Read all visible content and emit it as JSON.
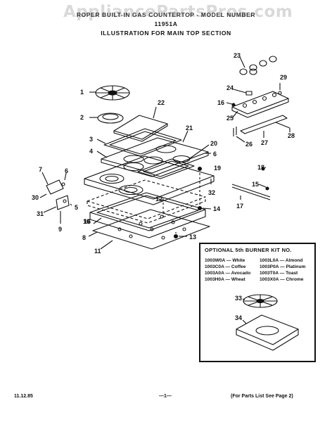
{
  "watermark": "AppliancePartsPros.com",
  "header": {
    "line1": "ROPER BUILT-IN GAS COUNTERTOP - MODEL NUMBER",
    "line2": "11951A",
    "line3": "ILLUSTRATION FOR MAIN TOP SECTION"
  },
  "callouts": [
    "1",
    "2",
    "3",
    "4",
    "5",
    "6",
    "7",
    "8",
    "9",
    "10",
    "11",
    "12",
    "13",
    "14",
    "15",
    "16",
    "17",
    "18",
    "19",
    "20",
    "21",
    "22",
    "23",
    "24",
    "25",
    "26",
    "27",
    "28",
    "29",
    "30",
    "31",
    "32",
    "33",
    "34"
  ],
  "kit": {
    "title": "OPTIONAL 5th BURNER KIT NO.",
    "items": [
      [
        "1003W0A — White",
        "1003L0A — Almond"
      ],
      [
        "1003C0A — Coffee",
        "1003P0A — Platinum"
      ],
      [
        "1003A0A — Avocado",
        "1003T0A — Toast"
      ],
      [
        "1003H0A — Wheat",
        "1003X0A — Chrome"
      ]
    ]
  },
  "footer": {
    "date": "11.12.85",
    "page": "—1—",
    "note": "(For Parts List See Page 2)"
  }
}
